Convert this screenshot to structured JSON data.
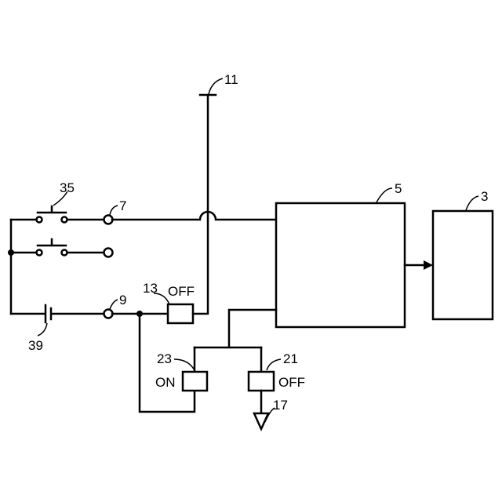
{
  "labels": {
    "antenna": "11",
    "switch_35": "35",
    "terminal_7": "7",
    "block_5": "5",
    "block_3": "3",
    "terminal_9": "9",
    "switch_13": "13",
    "switch_13_state": "OFF",
    "battery_39": "39",
    "switch_23": "23",
    "switch_23_state": "ON",
    "switch_21": "21",
    "switch_21_state": "OFF",
    "ground_17": "17"
  }
}
